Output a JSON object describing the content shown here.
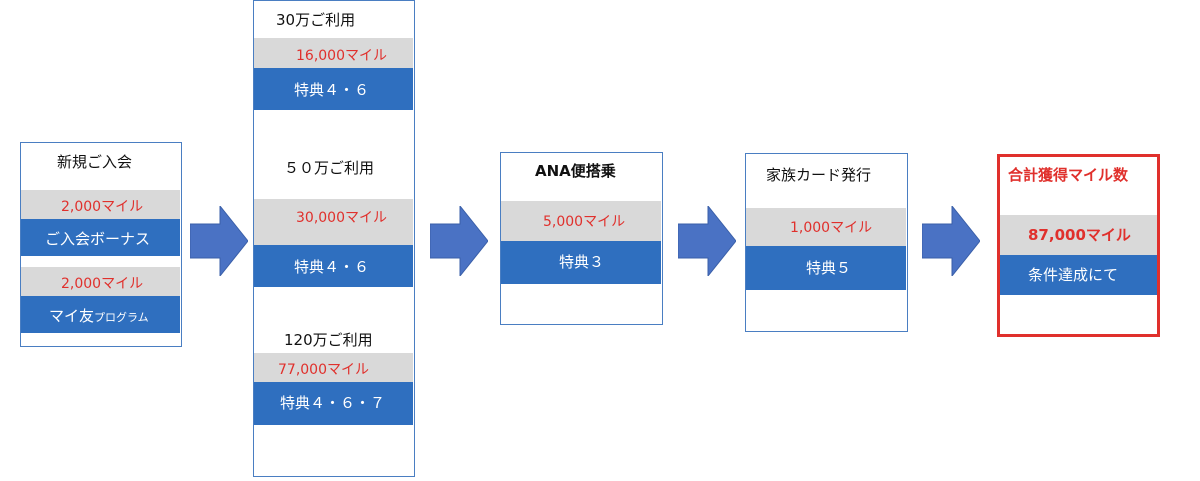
{
  "diagram": {
    "box_new": {
      "title": "新規ご入会",
      "rows": [
        {
          "miles": "2,000マイル",
          "label": "ご入会ボーナス"
        },
        {
          "miles": "2,000マイル",
          "label_main": "マイ友",
          "label_small": "プログラム"
        }
      ]
    },
    "box_usage": {
      "tiers": [
        {
          "title": "30万ご利用",
          "miles": "16,000マイル",
          "label": "特典４・６"
        },
        {
          "title": "５０万ご利用",
          "miles": "30,000マイル",
          "label": "特典４・６"
        },
        {
          "title": "120万ご利用",
          "miles": "77,000マイル",
          "label": "特典４・６・７"
        }
      ]
    },
    "box_ana": {
      "title": "ANA便搭乗",
      "miles": "5,000マイル",
      "label": "特典３"
    },
    "box_family": {
      "title": "家族カード発行",
      "miles": "1,000マイル",
      "label": "特典５"
    },
    "box_total": {
      "title": "合計獲得マイル数",
      "miles": "87,000マイル",
      "label": "条件達成にて"
    }
  },
  "colors": {
    "box_border": "#4a7ec2",
    "band_blue": "#2f6fbf",
    "band_grey": "#d9d9d9",
    "arrow": "#4a72c4",
    "miles_red": "#e0302c",
    "total_border": "#e0302c"
  },
  "icons": [
    "right-arrow-icon"
  ]
}
